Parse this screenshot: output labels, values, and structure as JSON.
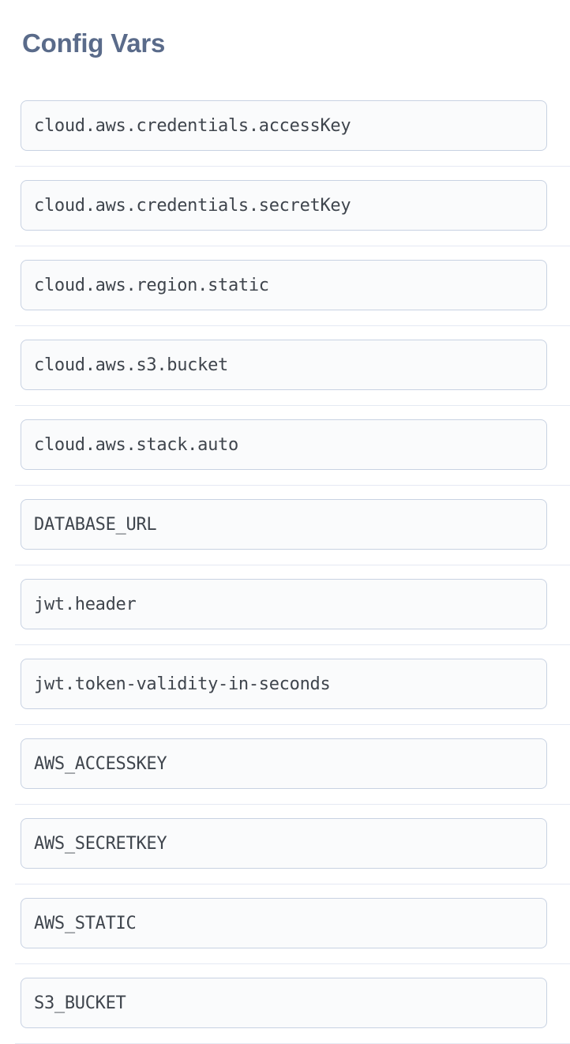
{
  "page": {
    "title": "Config Vars"
  },
  "colors": {
    "page_bg": "#ffffff",
    "heading_text": "#5a6b8a",
    "input_border": "#c8d2e2",
    "input_bg": "#fafbfc",
    "input_text": "#3f454d",
    "divider": "#e5e9f3"
  },
  "config_vars": {
    "items": [
      {
        "name": "cloud.aws.credentials.accessKey"
      },
      {
        "name": "cloud.aws.credentials.secretKey"
      },
      {
        "name": "cloud.aws.region.static"
      },
      {
        "name": "cloud.aws.s3.bucket"
      },
      {
        "name": "cloud.aws.stack.auto"
      },
      {
        "name": "DATABASE_URL"
      },
      {
        "name": "jwt.header"
      },
      {
        "name": "jwt.token-validity-in-seconds"
      },
      {
        "name": "AWS_ACCESSKEY"
      },
      {
        "name": "AWS_SECRETKEY"
      },
      {
        "name": "AWS_STATIC"
      },
      {
        "name": "S3_BUCKET"
      }
    ]
  }
}
